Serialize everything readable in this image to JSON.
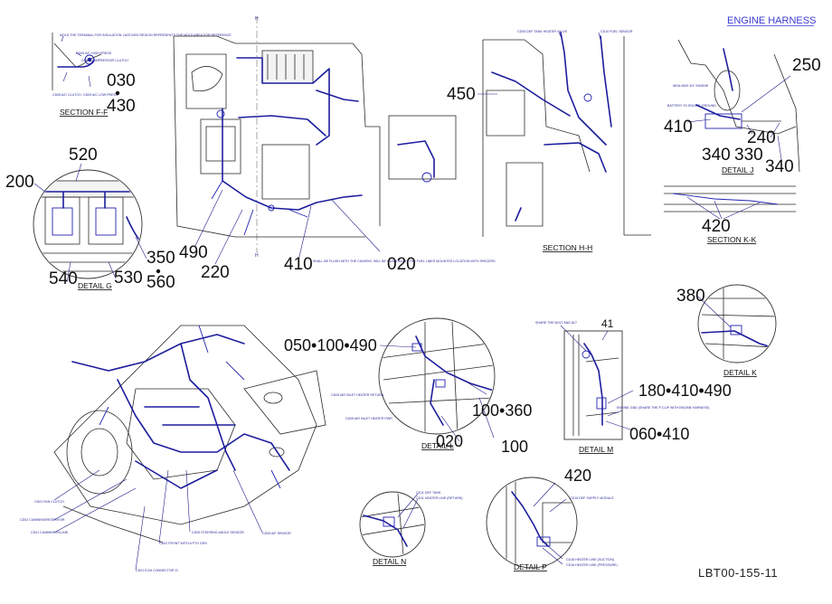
{
  "title": "ENGINE HARNESS",
  "document_number": "LBT00-155-11",
  "captions": {
    "section_ff": "SECTION F-F",
    "detail_g": "DETAIL G",
    "section_hh": "SECTION H-H",
    "detail_j": "DETAIL J",
    "section_kk": "SECTION K-K",
    "detail_k": "DETAIL K",
    "detail_l": "DETAIL L",
    "detail_m": "DETAIL M",
    "detail_n": "DETAIL N",
    "detail_p": "DETAIL P"
  },
  "callouts": {
    "ff_030": "030",
    "ff_430": "430",
    "g_520": "520",
    "g_200": "200",
    "g_350": "350",
    "g_560": "560",
    "g_540": "540",
    "g_530": "530",
    "main_490": "490",
    "main_220": "220",
    "main_410": "410",
    "main_020": "020",
    "hh_450": "450",
    "j_250": "250",
    "j_410": "410",
    "j_240": "240",
    "j_340a": "340",
    "j_330": "330",
    "j_340b": "340",
    "kk_420": "420",
    "k_380": "380",
    "l_050": "050•100•490",
    "l_100_360": "100•360",
    "l_020": "020",
    "l_100": "100",
    "m_41": "41",
    "m_180": "180•410•490",
    "m_060": "060•410",
    "p_420": "420"
  },
  "notes": {
    "ff_a": "MOLD THE TERMINAL FOR INSULATION. HATCHED REGION REPRESENTS THE MOLD AREA FOR REFERENCE.",
    "ff_b": "CD09 A/C HIGH PRESS",
    "ff_c": "CD09 COMPRESSOR CLUTCH",
    "ff_d": "CD05 A/C CLUTCH",
    "ff_e": "CD09 A/C LOW PRESS",
    "main_a": "SHALL BE FLUSH WITH THE CHASSIS. WILL BE GUARDED BY THE FUEL LINES MOUNTED LOCATION WITH SPACERS.",
    "hh_a": "CD05 DEF TANK HEATER VALVE",
    "hh_b": "CD10 FUEL SENSOR",
    "j_a": "WHA 4009 3/4\" ENGINE",
    "j_b": "BATTERY TO ENGINE GROUND",
    "iso_a": "CD01 FAN CLUTCH",
    "iso_b": "CD02 CUMMINS/RESERVOIR",
    "iso_c": "CD01 CUMMINS IN-LINE",
    "iso_d": "CD01 ECM CONNECTOR J1",
    "iso_e": "CD02 FRONT WITH A PTO GEN",
    "iso_f": "CD05 STEERING ANGLE SENSOR",
    "iso_g": "CD05 A/F SENSOR",
    "l_a": "CD05 AIR INLET HEATER RETURN",
    "l_b": "CD05 AIR INLET HEATER PWR",
    "m_a": "SHARE THE BOLT AND ALT",
    "m_b": "ENGINE GND (SHARE THE P-CLIP WITH ENGINE HARNESS)",
    "n_a": "CD11 DEF TANK",
    "n_b": "CD11 HEATER LINE (RETURN)",
    "p_a": "CD15 DEF SUPPLY MODULE",
    "p_b": "CD16 HEATER LINE (SUCTION)",
    "p_c": "CD16 HEATER LINE (PRESSURE)"
  }
}
